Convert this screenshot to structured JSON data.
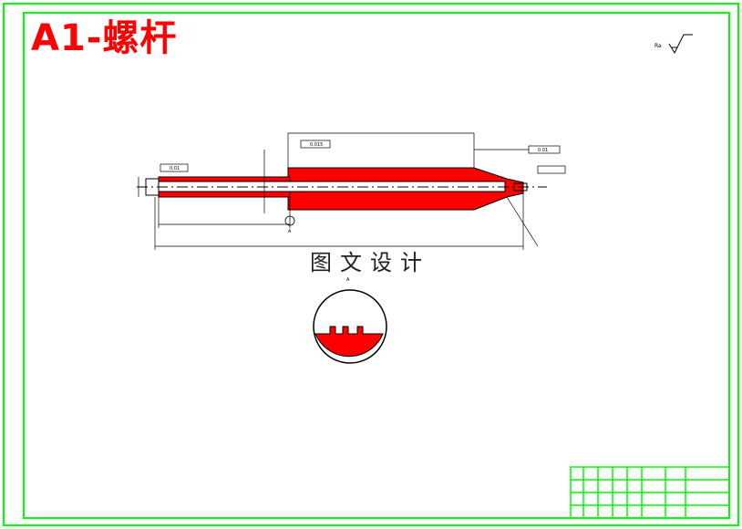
{
  "title": "A1-螺杆",
  "watermark": "图文设计",
  "colors": {
    "frame": "#00ff00",
    "part_fill": "#ff0000",
    "lines": "#000000",
    "centerline": "#000000",
    "title_text": "#ff0000"
  },
  "surface_finish": "Ra",
  "tolerance_labels": [
    "0.01",
    "0.015",
    "0.01"
  ],
  "datum": "A",
  "detail_label": "A",
  "title_block": {
    "rows": 4,
    "cols": 8
  }
}
